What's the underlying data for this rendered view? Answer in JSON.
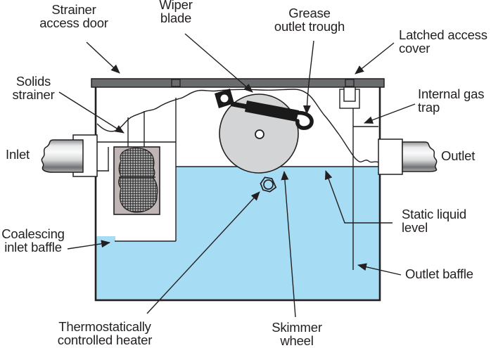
{
  "diagram": {
    "labels": {
      "strainer_access_door": "Strainer\naccess door",
      "wiper_blade": "Wiper\nblade",
      "grease_outlet_trough": "Grease\noutlet trough",
      "latched_access_cover": "Latched access\ncover",
      "solids_strainer": "Solids\nstrainer",
      "internal_gas_trap": "Internal gas\ntrap",
      "inlet": "Inlet",
      "outlet": "Outlet",
      "coalescing_inlet_baffle": "Coalescing\ninlet baffle",
      "static_liquid_level": "Static liquid\nlevel",
      "outlet_baffle": "Outlet baffle",
      "thermostatically_controlled_heater": "Thermostatically\ncontrolled heater",
      "skimmer_wheel": "Skimmer\nwheel"
    },
    "colors": {
      "water": "#a7ddf4",
      "lid": "#6a6b6e",
      "wheel": "#d3d4d6",
      "strainer_box": "#c0b6b6",
      "line": "#231f20",
      "background": "#ffffff"
    }
  }
}
